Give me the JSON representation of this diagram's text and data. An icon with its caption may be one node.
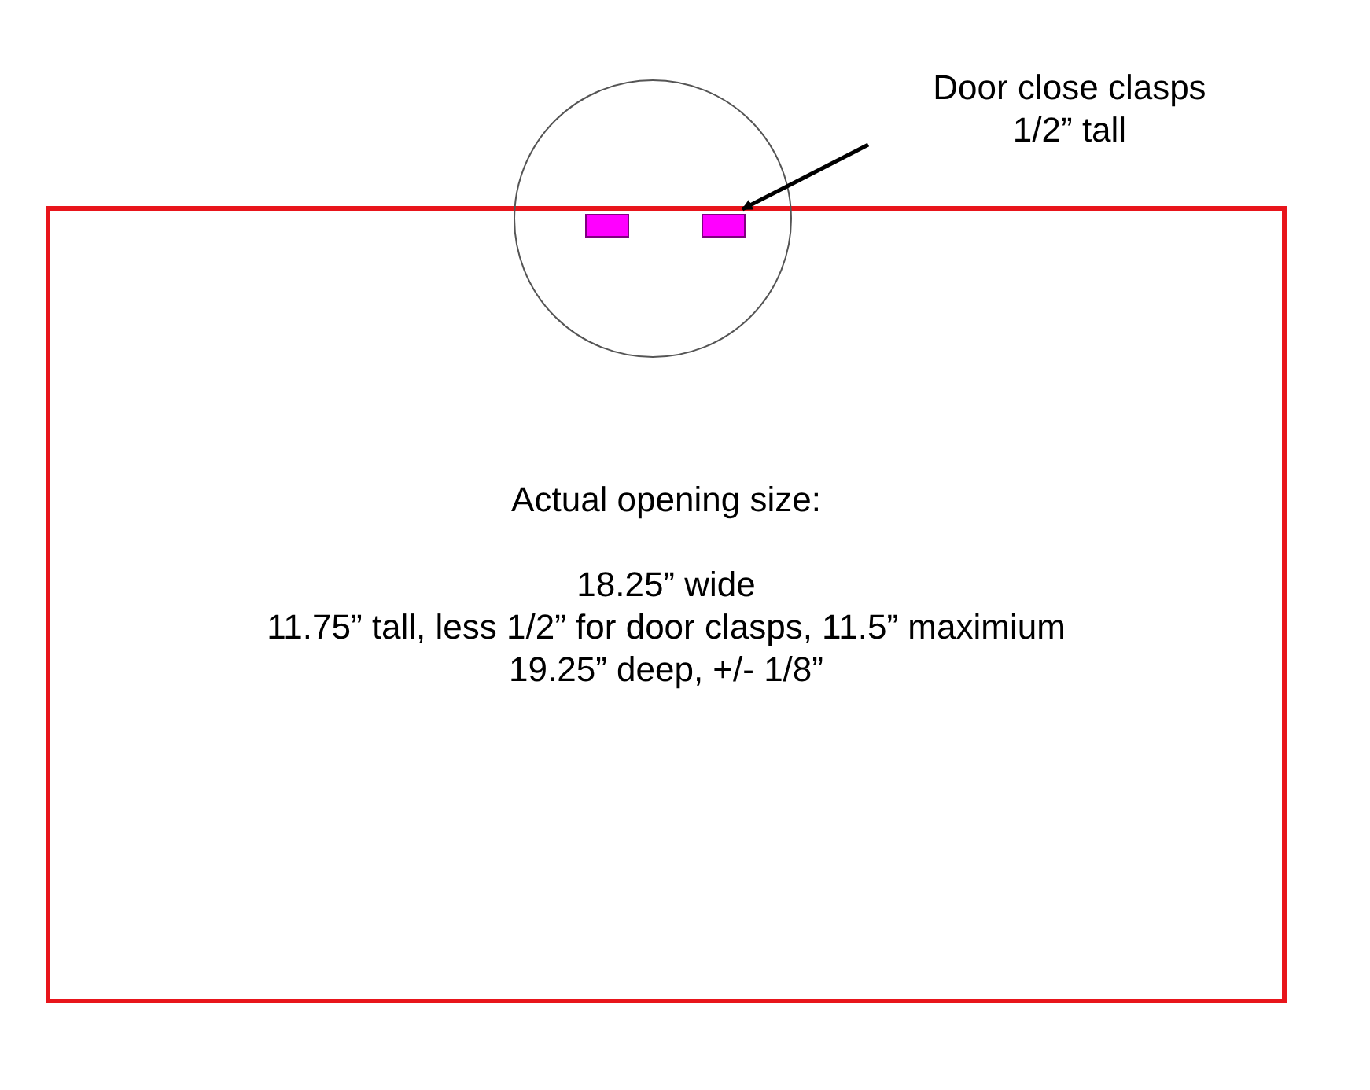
{
  "diagram": {
    "nodes": [
      {
        "text": [
          "Actual opening size:",
          "18.25” wide",
          "11.75” tall, less 1/2” for door clasps, 11.5” maximium",
          "19.25” deep, +/- 1/8”"
        ]
      },
      {
        "text": [],
        "shape": "box",
        "in": 0
      },
      {
        "text": [],
        "shape": "box",
        "in": 0
      },
      {
        "text": [
          "Door close clasps 1/2” tall"
        ]
      }
    ],
    "edges": [
      {
        "from": 3,
        "to": 2,
        "arrow": "to"
      }
    ]
  }
}
